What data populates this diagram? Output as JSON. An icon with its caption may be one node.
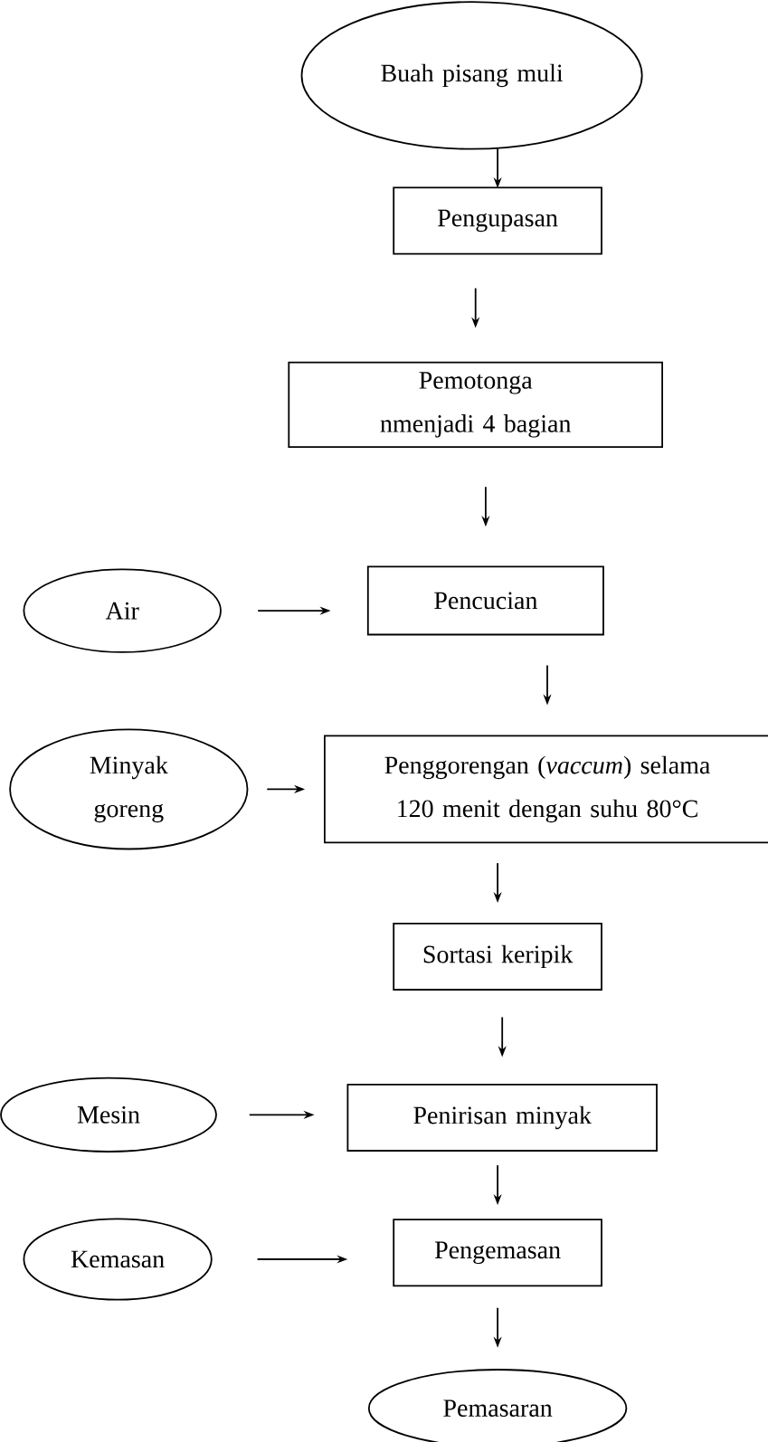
{
  "diagram": {
    "nodes": [
      {
        "text": [
          "Buah pisang muli"
        ]
      },
      {
        "text": [
          "Pengupasan"
        ]
      },
      {
        "text": [
          "Pemotonga nmenjadi 4 bagian"
        ]
      },
      {
        "text": [
          "Air"
        ]
      },
      {
        "text": [
          "Pencucian"
        ]
      },
      {
        "text": [
          "Minyak goreng"
        ]
      },
      {
        "text": [
          "Penggorengan (*vaccum*) selama 120 menit dengan suhu 80°C"
        ]
      },
      {
        "text": [
          "Sortasi keripik"
        ]
      },
      {
        "text": [
          "Mesin"
        ]
      },
      {
        "text": [
          "Penirisan minyak"
        ]
      },
      {
        "text": [
          "Kemasan"
        ]
      },
      {
        "text": [
          "Pengemasan"
        ]
      },
      {
        "text": [
          "Pemasaran"
        ]
      }
    ],
    "edges": [
      {
        "from": 0,
        "to": 1,
        "arrow": "to"
      },
      {
        "from": 1,
        "to": 2,
        "arrow": "to"
      },
      {
        "from": 2,
        "to": 4,
        "arrow": "to"
      },
      {
        "from": 3,
        "to": 4,
        "arrow": "to"
      },
      {
        "from": 4,
        "to": 6,
        "arrow": "to"
      },
      {
        "from": 5,
        "to": 6,
        "arrow": "to"
      },
      {
        "from": 6,
        "to": 7,
        "arrow": "to"
      },
      {
        "from": 7,
        "to": 9,
        "arrow": "to"
      },
      {
        "from": 8,
        "to": 9,
        "arrow": "to"
      },
      {
        "from": 9,
        "to": 11,
        "arrow": "to"
      },
      {
        "from": 10,
        "to": 11,
        "arrow": "to"
      },
      {
        "from": 11,
        "to": 12,
        "arrow": "to"
      }
    ]
  }
}
